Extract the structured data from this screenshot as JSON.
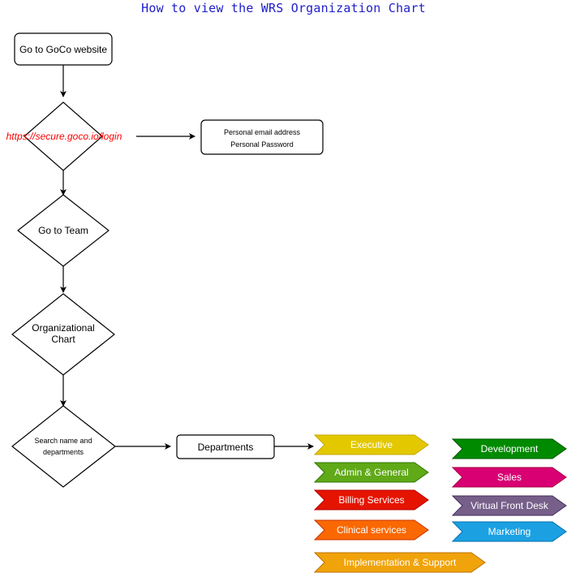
{
  "title": "How to view the WRS Organization Chart",
  "nodes": {
    "goco": "Go to GoCo website",
    "url": "https://secure.goco.io/login",
    "credentials": [
      "Personal email address",
      "Personal Password"
    ],
    "team": "Go to Team",
    "org_chart": [
      "Organizational",
      "Chart"
    ],
    "search": [
      "Search name and",
      "departments"
    ],
    "departments": "Departments"
  },
  "department_tags": [
    {
      "label": "Executive",
      "color": "#e3c800"
    },
    {
      "label": "Admin & General",
      "color": "#60a917"
    },
    {
      "label": "Billing Services",
      "color": "#e51400"
    },
    {
      "label": "Clinical services",
      "color": "#fa6800"
    },
    {
      "label": "Implementation & Support",
      "color": "#f0a30a"
    },
    {
      "label": "Development",
      "color": "#008a00"
    },
    {
      "label": "Sales",
      "color": "#d80073"
    },
    {
      "label": "Virtual Front Desk",
      "color": "#76608a"
    },
    {
      "label": "Marketing",
      "color": "#1ba1e2"
    }
  ]
}
